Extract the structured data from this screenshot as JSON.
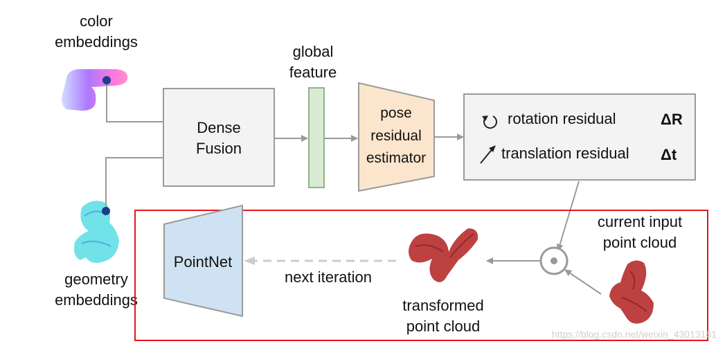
{
  "labels": {
    "color_line1": "color",
    "color_line2": "embeddings",
    "geometry_line1": "geometry",
    "geometry_line2": "embeddings",
    "dense_line1": "Dense",
    "dense_line2": "Fusion",
    "global_line1": "global",
    "global_line2": "feature",
    "pose_line1": "pose",
    "pose_line2": "residual",
    "pose_line3": "estimator",
    "rotation": "rotation residual",
    "rotation_symbol": "ΔR",
    "translation": "translation residual",
    "translation_symbol": "Δt",
    "current_line1": "current input",
    "current_line2": "point cloud",
    "transformed_line1": "transformed",
    "transformed_line2": "point cloud",
    "next_iteration": "next iteration",
    "pointnet": "PointNet",
    "watermark": "https://blog.csdn.net/weixin_43013161"
  },
  "colors": {
    "box_fill": "#f3f3f3",
    "box_stroke": "#9a9a9a",
    "global_fill": "#d9ead3",
    "global_stroke": "#8fb38a",
    "pose_fill": "#fce5cd",
    "pose_stroke": "#9a9a9a",
    "pointnet_fill": "#cfe2f3",
    "pointnet_stroke": "#9a9a9a",
    "arrow": "#999999",
    "highlight_box": "#e0161b",
    "cloud_red": "#b22020",
    "geometry_cyan": "#40d8e0",
    "color_magenta": "#e040e8"
  },
  "icons": [
    "rotation-icon",
    "translation-arrow-icon",
    "combine-node-icon"
  ]
}
